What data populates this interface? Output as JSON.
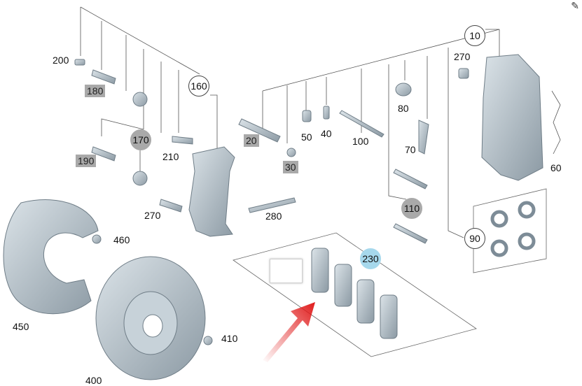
{
  "labels": {
    "p10": "10",
    "p20": "20",
    "p30": "30",
    "p40": "40",
    "p50": "50",
    "p60": "60",
    "p70": "70",
    "p80": "80",
    "p90": "90",
    "p100": "100",
    "p110": "110",
    "p160": "160",
    "p170": "170",
    "p180": "180",
    "p190": "190",
    "p200": "200",
    "p210": "210",
    "p230": "230",
    "p270a": "270",
    "p270b": "270",
    "p280": "280",
    "p400": "400",
    "p410": "410",
    "p450": "450",
    "p460": "460"
  },
  "icons": {
    "corner": "edit-icon",
    "pointer": "red-arrow-icon"
  },
  "colors": {
    "part": "#b6c3cc",
    "part_dark": "#7d8c97",
    "highlight_grey": "#a9a9a9",
    "highlight_blue": "#a6d8ec",
    "arrow": "#e01b1b"
  }
}
